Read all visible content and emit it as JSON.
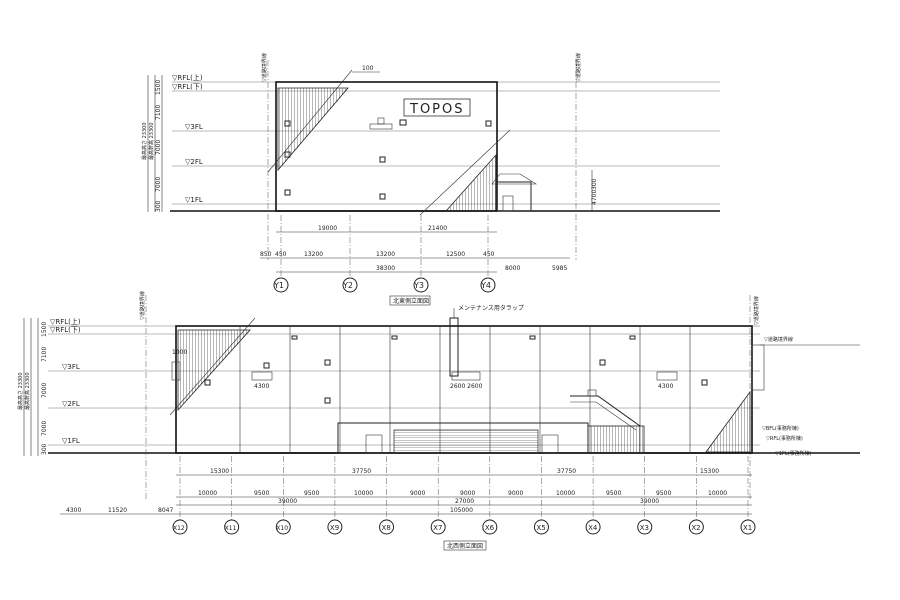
{
  "top_view": {
    "caption": "北東側立面図",
    "logo": "TOPOS",
    "level_labels": [
      "▽RFL(上)",
      "▽RFL(下)",
      "▽3FL",
      "▽2FL",
      "▽1FL"
    ],
    "left_dims": [
      "1500",
      "7100",
      "7000",
      "7000",
      "300"
    ],
    "left_vertical_texts": [
      "最高高さ 23300",
      "最高軒高 23300"
    ],
    "right_dims": [
      "4700",
      "300"
    ],
    "boundary_left": "▽道路境界線",
    "boundary_right": "▽道路境界線",
    "top_dim": "100",
    "row1_dims": [
      "19000",
      "21400"
    ],
    "row2_dims": [
      "850",
      "450",
      "13200",
      "13200",
      "12500",
      "450",
      "8000",
      "5985"
    ],
    "total_dim": "38300",
    "axes": [
      "Y1",
      "Y2",
      "Y3",
      "Y4"
    ]
  },
  "bottom_view": {
    "caption": "北西側立面図",
    "annotation": "メンテナンス用タラップ",
    "level_labels": [
      "▽RFL(上)",
      "▽RFL(下)",
      "▽3FL",
      "▽2FL",
      "▽1FL"
    ],
    "left_dims": [
      "1500",
      "7100",
      "7000",
      "7000",
      "300"
    ],
    "left_vertical_texts": [
      "最高高さ 23300",
      "最高軒高 23300"
    ],
    "boundary_left": "▽道路境界線",
    "boundary_right": "▽道路境界線",
    "right_labels": [
      "▽BFL(事務所棟)",
      "▽RFL(事務所棟)",
      "▽1FL(事務所棟)"
    ],
    "right_texts": [
      "▽道路境界線"
    ],
    "left_door": "1000",
    "door_dims": [
      "4300",
      "2600 2600",
      "4300"
    ],
    "row1_dims": [
      "15300",
      "37750",
      "37750",
      "15300"
    ],
    "row2_dims": [
      "10000",
      "9500",
      "9500",
      "10000",
      "9000",
      "9000",
      "9000",
      "10000",
      "9500",
      "9500",
      "10000"
    ],
    "row3_dims": [
      "39000",
      "27000",
      "39000"
    ],
    "total_dim": "105000",
    "outer_dims": [
      "4300",
      "11520",
      "8047"
    ],
    "axes": [
      "X12",
      "X11",
      "X10",
      "X9",
      "X8",
      "X7",
      "X6",
      "X5",
      "X4",
      "X3",
      "X2",
      "X1"
    ]
  }
}
